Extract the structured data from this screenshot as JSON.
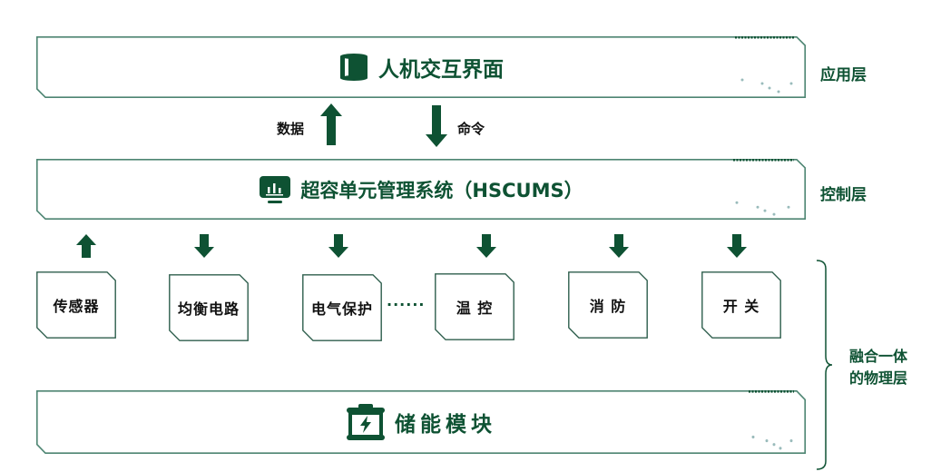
{
  "layers": {
    "application": {
      "title": "人机交互界面",
      "icon": "cylinder-panel-icon",
      "side_label": "应用层"
    },
    "control": {
      "title": "超容单元管理系统（HSCUMS）",
      "icon": "monitor-chart-icon",
      "side_label": "控制层"
    },
    "storage": {
      "title": "储能模块",
      "icon": "battery-icon"
    }
  },
  "flows": {
    "data_label": "数据",
    "command_label": "命令"
  },
  "devices": [
    "传感器",
    "均衡电路",
    "电气保护",
    "温 控",
    "消 防",
    "开 关"
  ],
  "ellipsis": "······",
  "physical_label": [
    "融合一体",
    "的物理层"
  ],
  "colors": {
    "primary": "#0e5233",
    "border": "#4d8572"
  }
}
